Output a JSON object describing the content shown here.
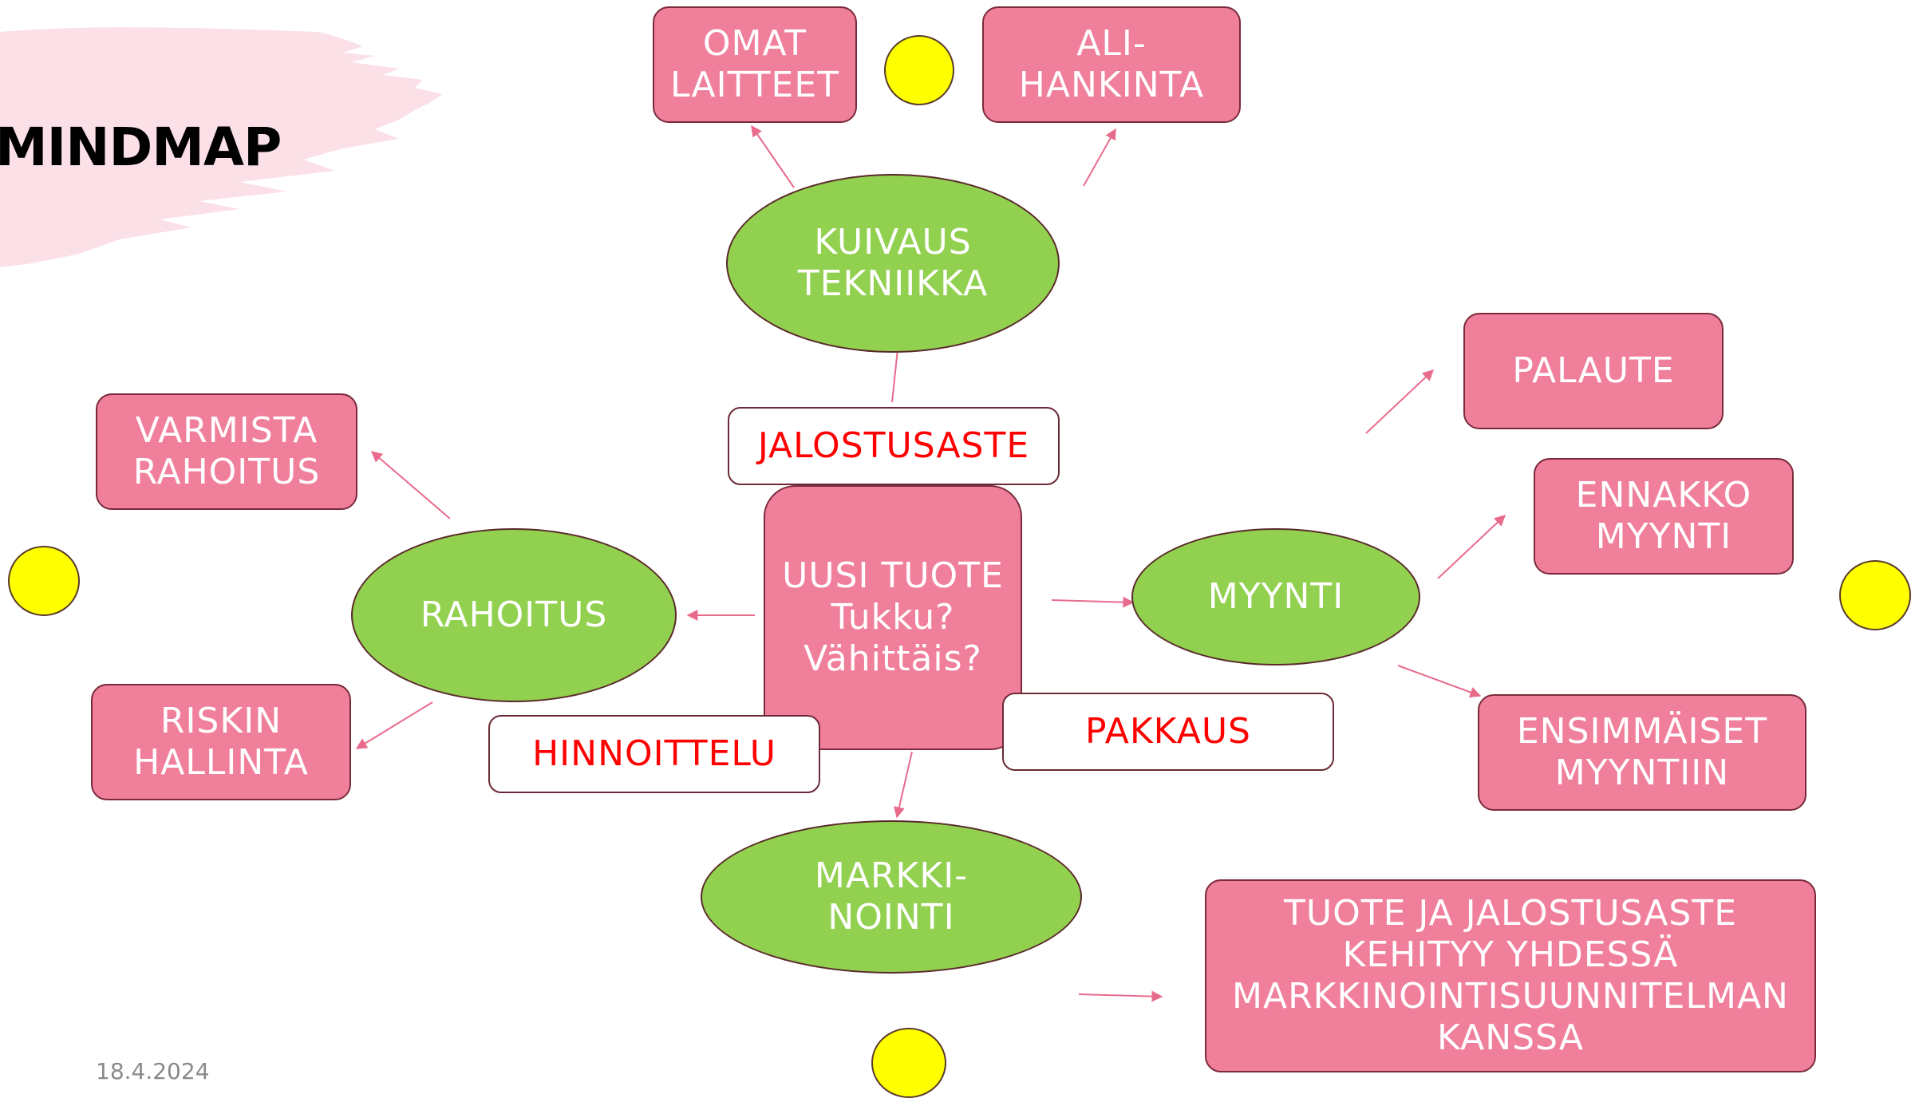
{
  "slide": {
    "title": "MINDMAP",
    "date": "18.4.2024"
  },
  "center": {
    "text": "UUSI TUOTE\nTukku?\nVähittäis?"
  },
  "branches": {
    "kuivaus": "KUIVAUS\nTEKNIIKKA",
    "rahoitus": "RAHOITUS",
    "myynti": "MYYNTI",
    "markkinointi": "MARKKI-\nNOINTI"
  },
  "leaves": {
    "omat_laitteet": "OMAT\nLAITTEET",
    "alihankinta": "ALI-\nHANKINTA",
    "varmista_rahoitus": "VARMISTA\nRAHOITUS",
    "riskin_hallinta": "RISKIN\nHALLINTA",
    "palaute": "PALAUTE",
    "ennakko_myynti": "ENNAKKO\nMYYNTI",
    "ensimmaiset_myyntiin": "ENSIMMÄISET\nMYYNTIIN",
    "tuote_ja_jalostusaste": "TUOTE JA JALOSTUSASTE\nKEHITYY YHDESSÄ\nMARKKINOINTISUUNNITELMAN\nKANSSA"
  },
  "edge_labels": {
    "jalostusaste": "JALOSTUSASTE",
    "hinnoittelu": "HINNOITTELU",
    "pakkaus": "PAKKAUS"
  },
  "colors": {
    "box_fill": "#f07f9b",
    "ellipse_fill": "#92d050",
    "label_text": "#ff0000",
    "dot_fill": "#ffff00",
    "arrow": "#e86b8c"
  }
}
